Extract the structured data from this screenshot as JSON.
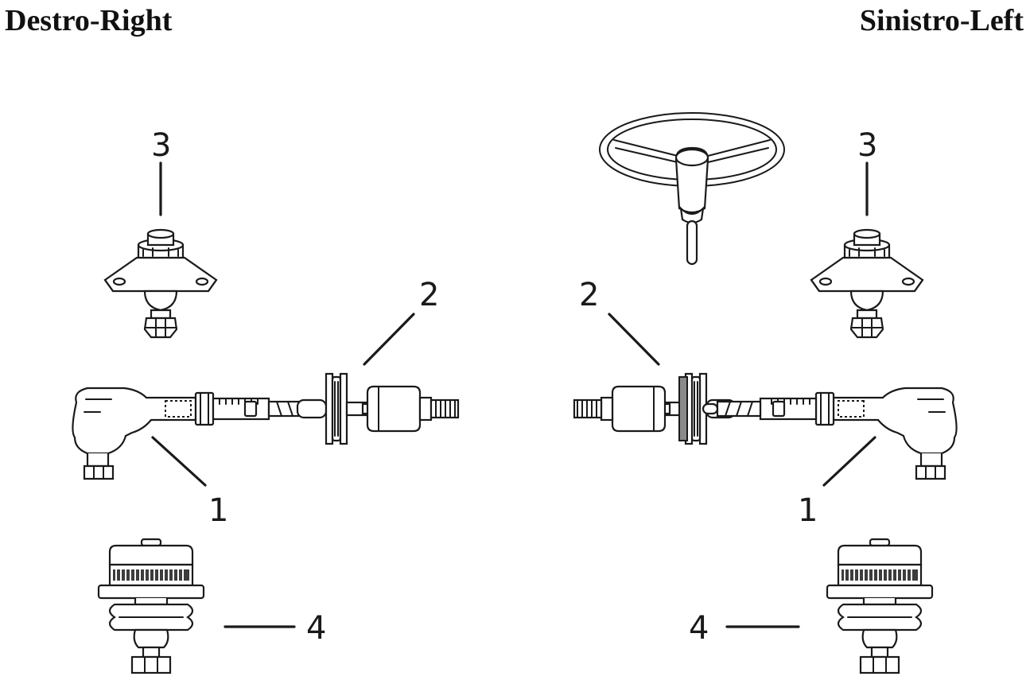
{
  "titles": {
    "left": "Destro-Right",
    "right": "Sinistro-Left"
  },
  "callouts": {
    "right_side": {
      "label_1": "1",
      "label_2": "2",
      "label_3": "3",
      "label_4": "4"
    },
    "left_side": {
      "label_1": "1",
      "label_2": "2",
      "label_3": "3",
      "label_4": "4"
    }
  },
  "colors": {
    "ink": "#1a1a1a",
    "paper": "#ffffff"
  }
}
